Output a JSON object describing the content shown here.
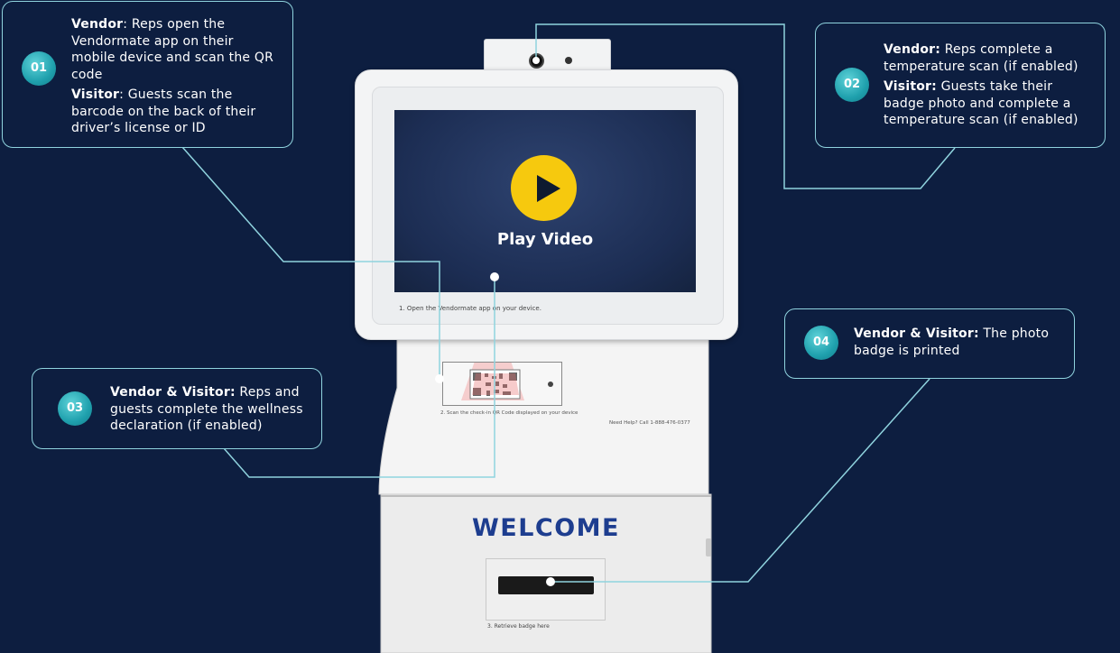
{
  "video": {
    "play_label": "Play Video"
  },
  "kiosk": {
    "screen_caption": "1. Open the Vendormate app on your device.",
    "scanner_caption": "2. Scan the check-in QR Code displayed on your device",
    "help_line": "Need Help? Call 1-888-476-0377",
    "welcome": "WELCOME",
    "badge_caption": "3. Retrieve badge here"
  },
  "steps": [
    {
      "number": "01",
      "lines": [
        {
          "lead": "Vendor",
          "text": ": Reps open the Vendormate app on their mobile device and scan the QR code"
        },
        {
          "lead": "Visitor",
          "text": ": Guests scan the barcode on the back of their driver’s license or ID"
        }
      ]
    },
    {
      "number": "02",
      "lines": [
        {
          "lead": "Vendor:",
          "text": " Reps complete a temperature scan (if enabled)"
        },
        {
          "lead": "Visitor:",
          "text": " Guests take their badge photo and complete a temperature scan (if enabled)"
        }
      ]
    },
    {
      "number": "03",
      "lines": [
        {
          "lead": "Vendor & Visitor:",
          "text": " Reps and guests complete the wellness declaration (if enabled)"
        }
      ]
    },
    {
      "number": "04",
      "lines": [
        {
          "lead": "Vendor & Visitor:",
          "text": " The photo badge is printed"
        }
      ]
    }
  ],
  "colors": {
    "background": "#0d1e40",
    "card_border": "#8fd3de",
    "badge_teal": "#1fa0ad",
    "play_yellow": "#f6c90e",
    "welcome_blue": "#1d3d8f"
  }
}
